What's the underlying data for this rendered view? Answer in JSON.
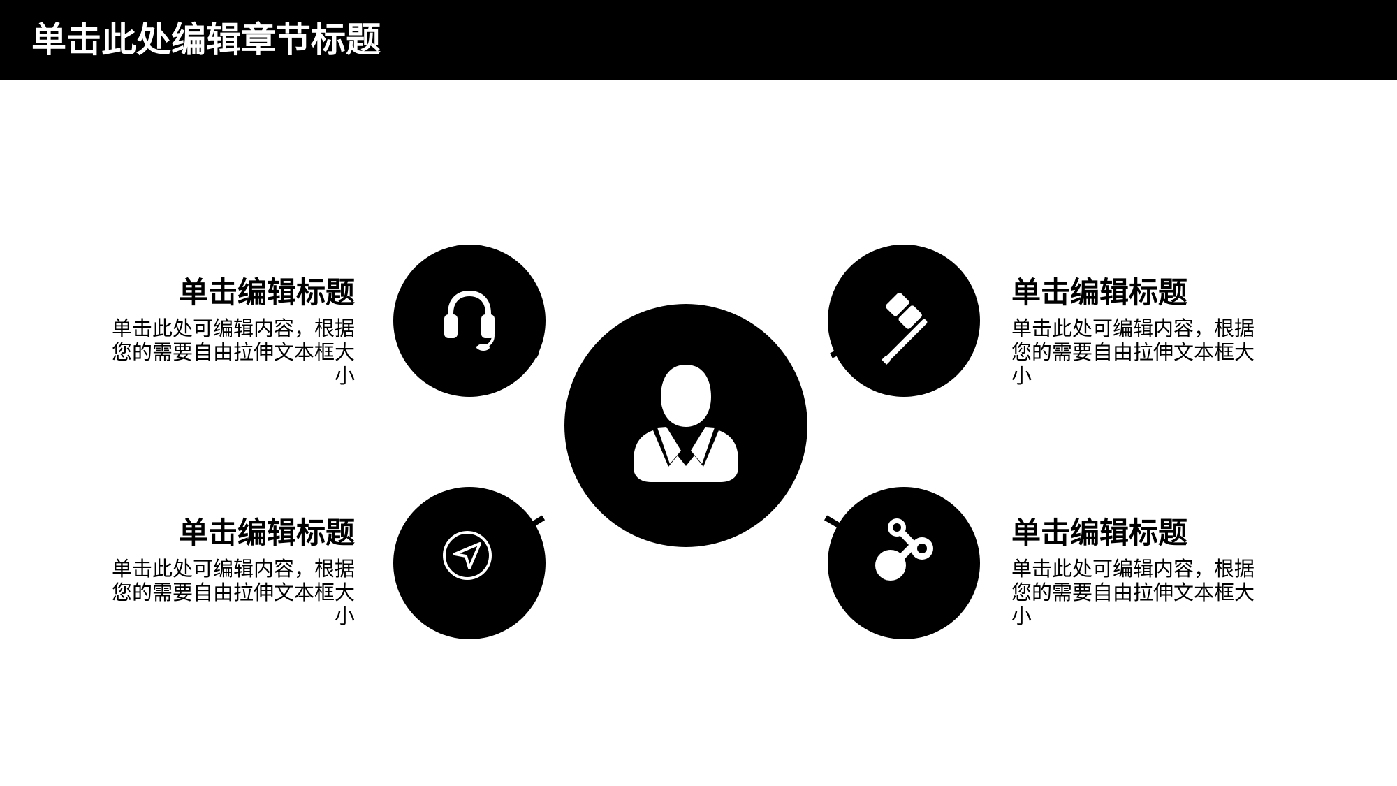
{
  "header": {
    "title": "单击此处编辑章节标题"
  },
  "diagram": {
    "center_icon": "person-icon",
    "satellites": [
      {
        "position": "top-left",
        "icon": "headset-icon",
        "title": "单击编辑标题",
        "body": "单击此处可编辑内容，根据您的需要自由拉伸文本框大小"
      },
      {
        "position": "top-right",
        "icon": "screwdriver-icon",
        "title": "单击编辑标题",
        "body": "单击此处可编辑内容，根据您的需要自由拉伸文本框大小"
      },
      {
        "position": "bottom-left",
        "icon": "navigation-arrow-icon",
        "title": "单击编辑标题",
        "body": "单击此处可编辑内容，根据您的需要自由拉伸文本框大小"
      },
      {
        "position": "bottom-right",
        "icon": "molecule-icon",
        "title": "单击编辑标题",
        "body": "单击此处可编辑内容，根据您的需要自由拉伸文本框大小"
      }
    ]
  },
  "colors": {
    "background": "#ffffff",
    "primary": "#000000",
    "header_text": "#ffffff"
  }
}
